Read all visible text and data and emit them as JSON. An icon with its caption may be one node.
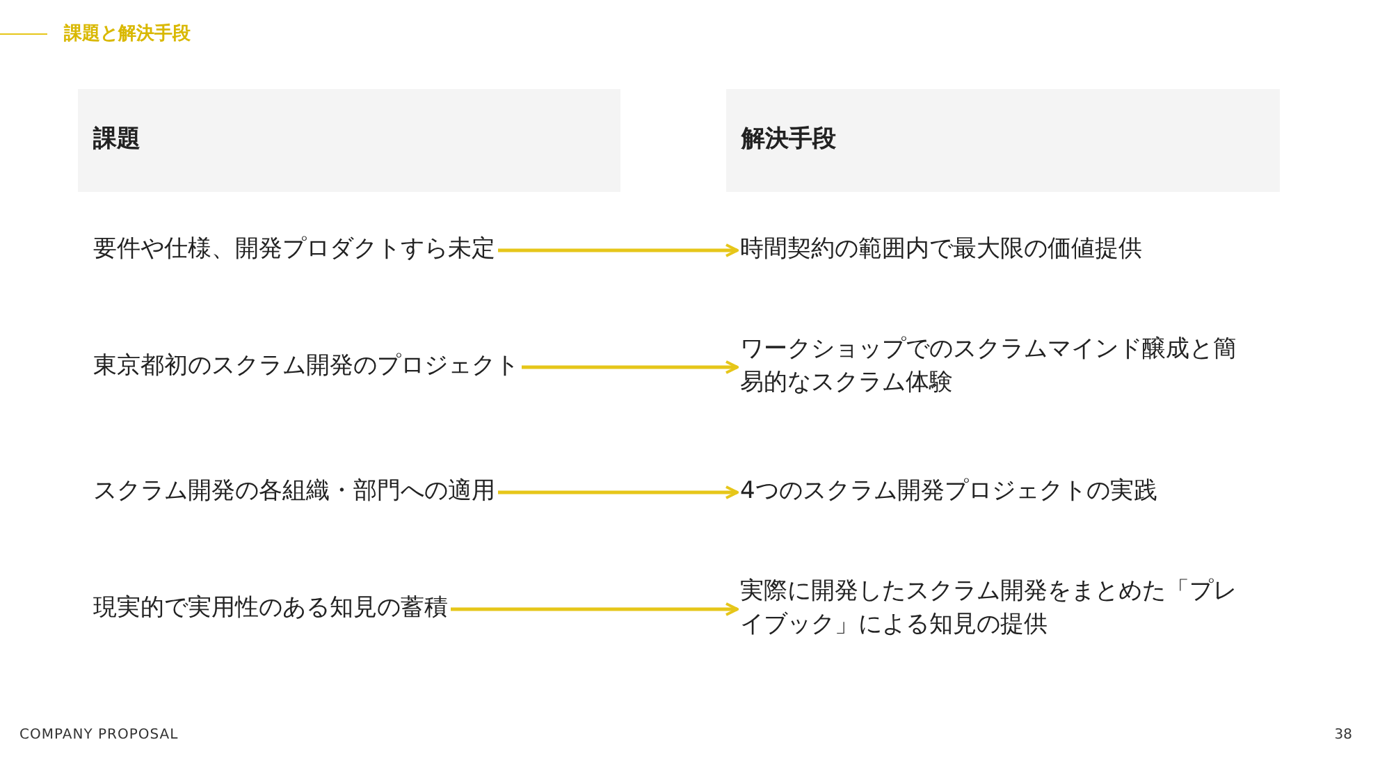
{
  "diagram": {
    "title": "課題と解決手段",
    "nodes": [
      {
        "text": [
          "課題"
        ]
      },
      {
        "text": [
          "解決手段"
        ]
      },
      {
        "text": [
          "要件や仕様、開発プロダクトすら未定"
        ]
      },
      {
        "text": [
          "時間契約の範囲内で最大限の価値提供"
        ]
      },
      {
        "text": [
          "東京都初のスクラム開発のプロジェクト"
        ]
      },
      {
        "text": [
          "ワークショップでのスクラムマインド醸成と簡易的なスクラム体験"
        ]
      },
      {
        "text": [
          "スクラム開発の各組織・部門への適用"
        ]
      },
      {
        "text": [
          "4つのスクラム開発プロジェクトの実践"
        ]
      },
      {
        "text": [
          "現実的で実用性のある知見の蓄積"
        ]
      },
      {
        "text": [
          "実際に開発したスクラム開発をまとめた「プレイブック」による知見の提供"
        ]
      }
    ],
    "edges": [
      {
        "from": 2,
        "to": 3,
        "arrow": "to"
      },
      {
        "from": 4,
        "to": 5,
        "arrow": "to"
      },
      {
        "from": 6,
        "to": 7,
        "arrow": "to"
      },
      {
        "from": 8,
        "to": 9,
        "arrow": "to"
      }
    ],
    "labels": [
      "COMPANY PROPOSAL",
      "38"
    ]
  }
}
